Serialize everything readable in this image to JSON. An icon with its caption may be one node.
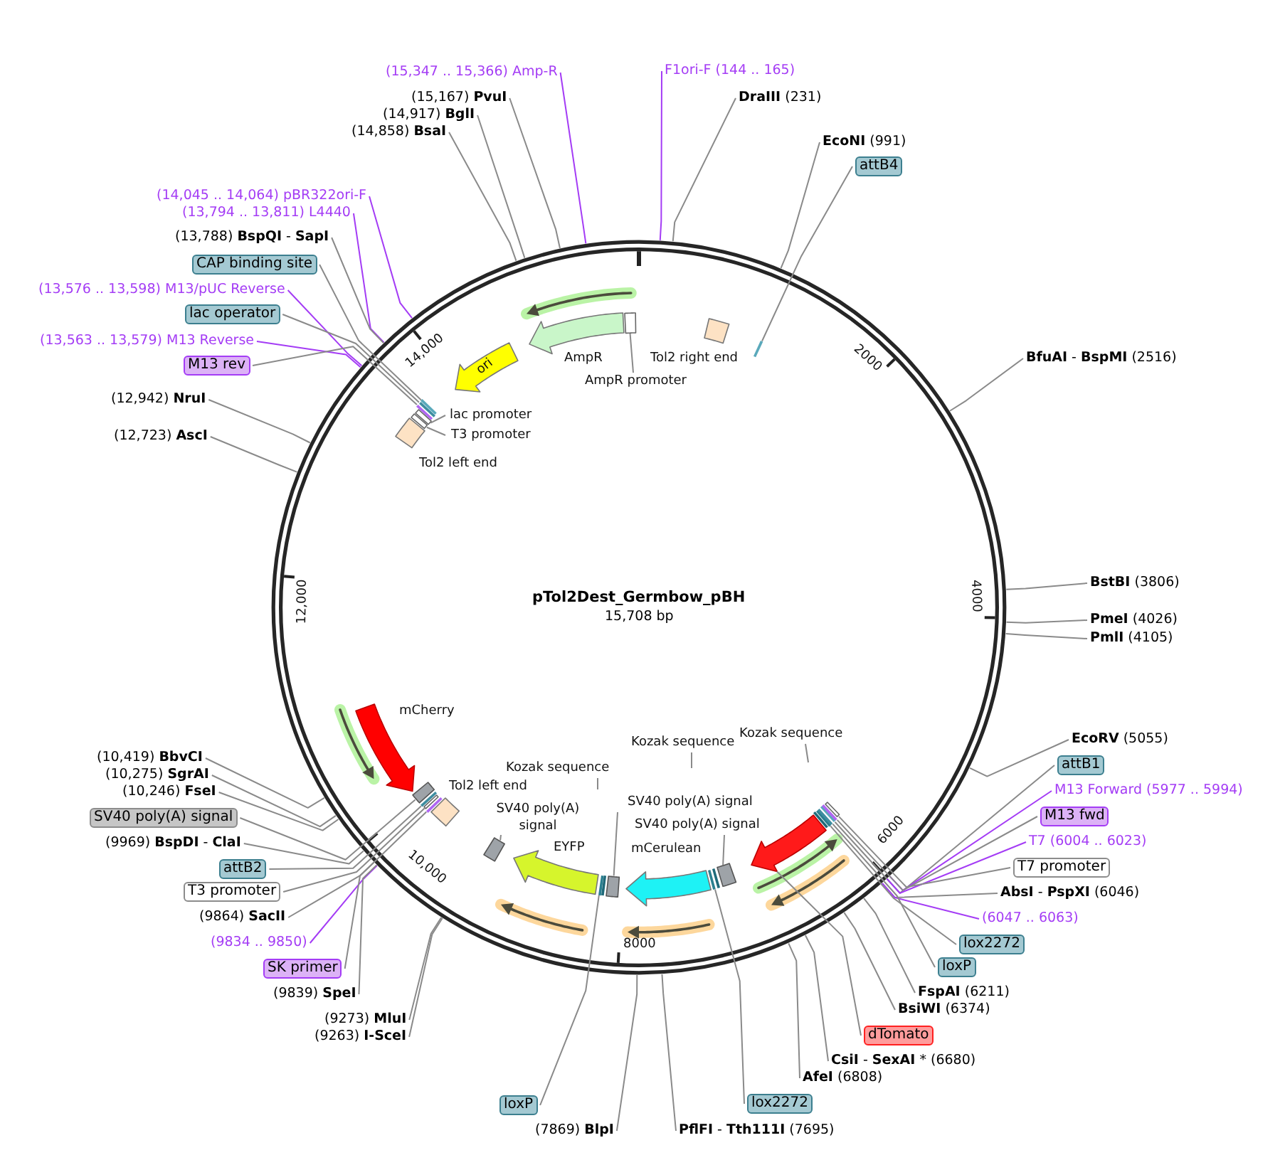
{
  "diagram": {
    "nodes": [
      {
        "text": [
          "pTol2Dest_Germbow_pBH",
          "15,708 bp"
        ]
      },
      {
        "text": [],
        "shape": "arrow",
        "in": 0
      },
      {
        "text": [],
        "shape": "arrow",
        "beside": [
          "AmpR"
        ],
        "in": 0
      },
      {
        "text": [],
        "shape": "box",
        "in": 0
      },
      {
        "text": [
          "ori"
        ],
        "in": 0
      },
      {
        "text": [],
        "shape": "box",
        "beside": [
          "Tol2 right end"
        ],
        "in": 0
      },
      {
        "text": [],
        "shape": "bar",
        "in": 0
      },
      {
        "text": [],
        "shape": "bar",
        "in": 0
      },
      {
        "text": [],
        "shape": "bar",
        "in": 0
      },
      {
        "text": [],
        "shape": "bar",
        "in": 0
      },
      {
        "text": [],
        "shape": "box",
        "in": 0
      },
      {
        "text": [],
        "shape": "box",
        "in": 0
      },
      {
        "text": [],
        "shape": "box",
        "beside": [
          "Tol2 left end"
        ],
        "in": 0
      },
      {
        "text": [],
        "shape": "arrow",
        "in": 0
      },
      {
        "text": [],
        "shape": "arrow",
        "beside": [
          "mCherry"
        ],
        "in": 0
      },
      {
        "text": [],
        "shape": "box",
        "in": 0
      },
      {
        "text": [],
        "shape": "bar",
        "in": 0
      },
      {
        "text": [],
        "shape": "box",
        "in": 0
      },
      {
        "text": [],
        "shape": "bar",
        "in": 0
      },
      {
        "text": [],
        "shape": "box",
        "beside": [
          "Tol2 left end"
        ],
        "in": 0
      },
      {
        "text": [],
        "shape": "box",
        "in": 0
      },
      {
        "text": [],
        "shape": "arrow",
        "beside": [
          "EYFP"
        ],
        "in": 0
      },
      {
        "text": [],
        "shape": "bar",
        "in": 0
      },
      {
        "text": [],
        "shape": "bar",
        "in": 0
      },
      {
        "text": [],
        "shape": "box",
        "in": 0
      },
      {
        "text": [],
        "shape": "arrow",
        "beside": [
          "mCerulean"
        ],
        "in": 0
      },
      {
        "text": [],
        "shape": "bar",
        "in": 0
      },
      {
        "text": [],
        "shape": "bar",
        "in": 0
      },
      {
        "text": [],
        "shape": "box",
        "in": 0
      },
      {
        "text": [],
        "shape": "arrow",
        "in": 0
      },
      {
        "text": [],
        "shape": "bar",
        "in": 0
      },
      {
        "text": [],
        "shape": "bar",
        "in": 0
      },
      {
        "text": [],
        "shape": "bar",
        "in": 0
      },
      {
        "text": [],
        "shape": "bar",
        "in": 0
      },
      {
        "text": [],
        "shape": "bar",
        "in": 0
      },
      {
        "text": [],
        "shape": "box",
        "in": 0
      },
      {
        "text": [],
        "shape": "arrow",
        "in": 0
      },
      {
        "text": [],
        "shape": "arrow",
        "in": 0
      },
      {
        "text": [],
        "shape": "arrow",
        "in": 0
      },
      {
        "text": [],
        "shape": "arrow",
        "in": 0
      },
      {
        "text": [
          "AmpR promoter"
        ],
        "in": 0
      },
      {
        "text": [
          "lac promoter"
        ],
        "in": 0
      },
      {
        "text": [
          "T3 promoter"
        ],
        "in": 0
      },
      {
        "text": [
          "SV40 poly(A) signal"
        ],
        "in": 0
      },
      {
        "text": [
          "SV40 poly(A) signal"
        ],
        "in": 0
      },
      {
        "text": [
          "SV40 poly(A) signal"
        ],
        "in": 0
      },
      {
        "text": [
          "Kozak sequence"
        ],
        "in": 0
      },
      {
        "text": [
          "Kozak sequence"
        ],
        "in": 0
      },
      {
        "text": [
          "Kozak sequence"
        ],
        "in": 0
      },
      {
        "text": [
          "(15,347 .. 15,366) Amp-R"
        ]
      },
      {
        "text": [
          "F1ori-F (144 .. 165)"
        ]
      },
      {
        "text": [
          "(15,167) **PvuI**"
        ]
      },
      {
        "text": [
          "**DraIII** (231)"
        ]
      },
      {
        "text": [
          "(14,917) **BglI**"
        ]
      },
      {
        "text": [
          "(14,858) **BsaI**"
        ]
      },
      {
        "text": [
          "**EcoNI** (991)"
        ]
      },
      {
        "text": [
          "attB4"
        ]
      },
      {
        "text": [
          "(14,045 .. 14,064) pBR322ori-F"
        ]
      },
      {
        "text": [
          "(13,794 .. 13,811) L4440"
        ]
      },
      {
        "text": [
          "(13,788) **BspQI** - **SapI**"
        ]
      },
      {
        "text": [
          "CAP binding site"
        ]
      },
      {
        "text": [
          "(13,576 .. 13,598) M13/pUC Reverse"
        ]
      },
      {
        "text": [
          "lac operator"
        ]
      },
      {
        "text": [
          "(13,563 .. 13,579) M13 Reverse"
        ]
      },
      {
        "text": [
          "M13 rev"
        ]
      },
      {
        "text": [
          "**BfuAI** - **BspMI** (2516)"
        ]
      },
      {
        "text": [
          "(12,942) **NruI**"
        ]
      },
      {
        "text": [
          "(12,723) **AscI**"
        ]
      },
      {
        "text": [
          "**BstBI** (3806)"
        ]
      },
      {
        "text": [
          "**PmeI** (4026)"
        ]
      },
      {
        "text": [
          "**PmlI** (4105)"
        ]
      },
      {
        "text": [
          "**EcoRV** (5055)"
        ]
      },
      {
        "text": [
          "(10,419) **BbvCI**"
        ]
      },
      {
        "text": [
          "attB1"
        ]
      },
      {
        "text": [
          "(10,275) **SgrAI**"
        ]
      },
      {
        "text": [
          "M13 Forward (5977 .. 5994)"
        ]
      },
      {
        "text": [
          "(10,246) **FseI**"
        ]
      },
      {
        "text": [
          "M13 fwd"
        ]
      },
      {
        "text": [
          "SV40 poly(A) signal"
        ]
      },
      {
        "text": [
          "T7 (6004 .. 6023)"
        ]
      },
      {
        "text": [
          "(9969) **BspDI** - **ClaI**"
        ]
      },
      {
        "text": [
          "T7 promoter"
        ]
      },
      {
        "text": [
          "attB2"
        ]
      },
      {
        "text": [
          "T3 promoter"
        ]
      },
      {
        "text": [
          "**AbsI** - **PspXI** (6046)"
        ]
      },
      {
        "text": [
          "(9864) **SacII**"
        ]
      },
      {
        "text": [
          "(6047 .. 6063)"
        ]
      },
      {
        "text": [
          "(9834 .. 9850)"
        ]
      },
      {
        "text": [
          "lox2272"
        ]
      },
      {
        "text": [
          "SK primer"
        ]
      },
      {
        "text": [
          "loxP"
        ]
      },
      {
        "text": [
          "**FspAI** (6211)"
        ]
      },
      {
        "text": [
          "(9839) **SpeI**"
        ]
      },
      {
        "text": [
          "**BsiWI** (6374)"
        ]
      },
      {
        "text": [
          "(9273) **MluI**"
        ]
      },
      {
        "text": [
          "dTomato"
        ]
      },
      {
        "text": [
          "(9263) **I-SceI**"
        ]
      },
      {
        "text": [
          "**CsiI** - **SexAI** * (6680)"
        ]
      },
      {
        "text": [
          "**AfeI** (6808)"
        ]
      },
      {
        "text": [
          "loxP"
        ]
      },
      {
        "text": [
          "lox2272"
        ]
      },
      {
        "text": [
          "(7869) **BlpI**"
        ]
      },
      {
        "text": [
          "**PflFI** - **Tth111I** (7695)"
        ]
      }
    ],
    "edges": [
      {
        "from": 40,
        "to": 3,
        "arrow": "none"
      },
      {
        "from": 41,
        "to": 10,
        "arrow": "none"
      },
      {
        "from": 42,
        "to": 11,
        "arrow": "none"
      },
      {
        "from": 43,
        "to": 20,
        "arrow": "none"
      },
      {
        "from": 44,
        "to": 24,
        "arrow": "none"
      },
      {
        "from": 45,
        "to": 28,
        "arrow": "none"
      },
      {
        "from": 46,
        "to": null,
        "arrow": "none"
      },
      {
        "from": 47,
        "to": null,
        "arrow": "none"
      },
      {
        "from": 48,
        "to": null,
        "arrow": "none"
      },
      {
        "from": 49,
        "to": 0,
        "arrow": "none",
        "color": "#a43cf5"
      },
      {
        "from": 50,
        "to": 0,
        "arrow": "none",
        "color": "#a43cf5"
      },
      {
        "from": 51,
        "to": 0,
        "arrow": "none"
      },
      {
        "from": 52,
        "to": 0,
        "arrow": "none"
      },
      {
        "from": 53,
        "to": 0,
        "arrow": "none"
      },
      {
        "from": 54,
        "to": 0,
        "arrow": "none"
      },
      {
        "from": 55,
        "to": 0,
        "arrow": "none"
      },
      {
        "from": 56,
        "to": 6,
        "arrow": "none"
      },
      {
        "from": 57,
        "to": 0,
        "arrow": "none",
        "color": "#a43cf5"
      },
      {
        "from": 58,
        "to": 0,
        "arrow": "none",
        "color": "#a43cf5"
      },
      {
        "from": 59,
        "to": 0,
        "arrow": "none"
      },
      {
        "from": 60,
        "to": 7,
        "arrow": "none"
      },
      {
        "from": 61,
        "to": 0,
        "arrow": "none",
        "color": "#a43cf5"
      },
      {
        "from": 62,
        "to": 8,
        "arrow": "none"
      },
      {
        "from": 63,
        "to": 0,
        "arrow": "none",
        "color": "#a43cf5"
      },
      {
        "from": 64,
        "to": 9,
        "arrow": "none"
      },
      {
        "from": 65,
        "to": 0,
        "arrow": "none"
      },
      {
        "from": 66,
        "to": 0,
        "arrow": "none"
      },
      {
        "from": 67,
        "to": 0,
        "arrow": "none"
      },
      {
        "from": 68,
        "to": 0,
        "arrow": "none"
      },
      {
        "from": 69,
        "to": 0,
        "arrow": "none"
      },
      {
        "from": 70,
        "to": 0,
        "arrow": "none"
      },
      {
        "from": 71,
        "to": 0,
        "arrow": "none"
      },
      {
        "from": 72,
        "to": 0,
        "arrow": "none"
      },
      {
        "from": 73,
        "to": 33,
        "arrow": "none"
      },
      {
        "from": 74,
        "to": 0,
        "arrow": "none"
      },
      {
        "from": 75,
        "to": 0,
        "arrow": "none",
        "color": "#a43cf5"
      },
      {
        "from": 76,
        "to": 0,
        "arrow": "none"
      },
      {
        "from": 77,
        "to": 34,
        "arrow": "none"
      },
      {
        "from": 78,
        "to": 15,
        "arrow": "none"
      },
      {
        "from": 79,
        "to": 0,
        "arrow": "none",
        "color": "#a43cf5"
      },
      {
        "from": 80,
        "to": 0,
        "arrow": "none"
      },
      {
        "from": 81,
        "to": 35,
        "arrow": "none"
      },
      {
        "from": 82,
        "to": 16,
        "arrow": "none"
      },
      {
        "from": 83,
        "to": 17,
        "arrow": "none"
      },
      {
        "from": 84,
        "to": 0,
        "arrow": "none"
      },
      {
        "from": 85,
        "to": 0,
        "arrow": "none"
      },
      {
        "from": 86,
        "to": 0,
        "arrow": "none",
        "color": "#a43cf5"
      },
      {
        "from": 87,
        "to": 0,
        "arrow": "none",
        "color": "#a43cf5"
      },
      {
        "from": 88,
        "to": 31,
        "arrow": "none"
      },
      {
        "from": 89,
        "to": 18,
        "arrow": "none"
      },
      {
        "from": 90,
        "to": 32,
        "arrow": "none"
      },
      {
        "from": 91,
        "to": 0,
        "arrow": "none"
      },
      {
        "from": 92,
        "to": 0,
        "arrow": "none"
      },
      {
        "from": 93,
        "to": 0,
        "arrow": "none"
      },
      {
        "from": 94,
        "to": 0,
        "arrow": "none"
      },
      {
        "from": 95,
        "to": 29,
        "arrow": "none"
      },
      {
        "from": 96,
        "to": 0,
        "arrow": "none"
      },
      {
        "from": 97,
        "to": 0,
        "arrow": "none"
      },
      {
        "from": 98,
        "to": 0,
        "arrow": "none"
      },
      {
        "from": 99,
        "to": 22,
        "arrow": "none"
      },
      {
        "from": 100,
        "to": 26,
        "arrow": "none"
      },
      {
        "from": 101,
        "to": 0,
        "arrow": "none"
      },
      {
        "from": 102,
        "to": 0,
        "arrow": "none"
      }
    ],
    "labels": [
      "14,000",
      "2000",
      "4000",
      "12,000",
      "6000",
      "10,000",
      "8000"
    ]
  }
}
